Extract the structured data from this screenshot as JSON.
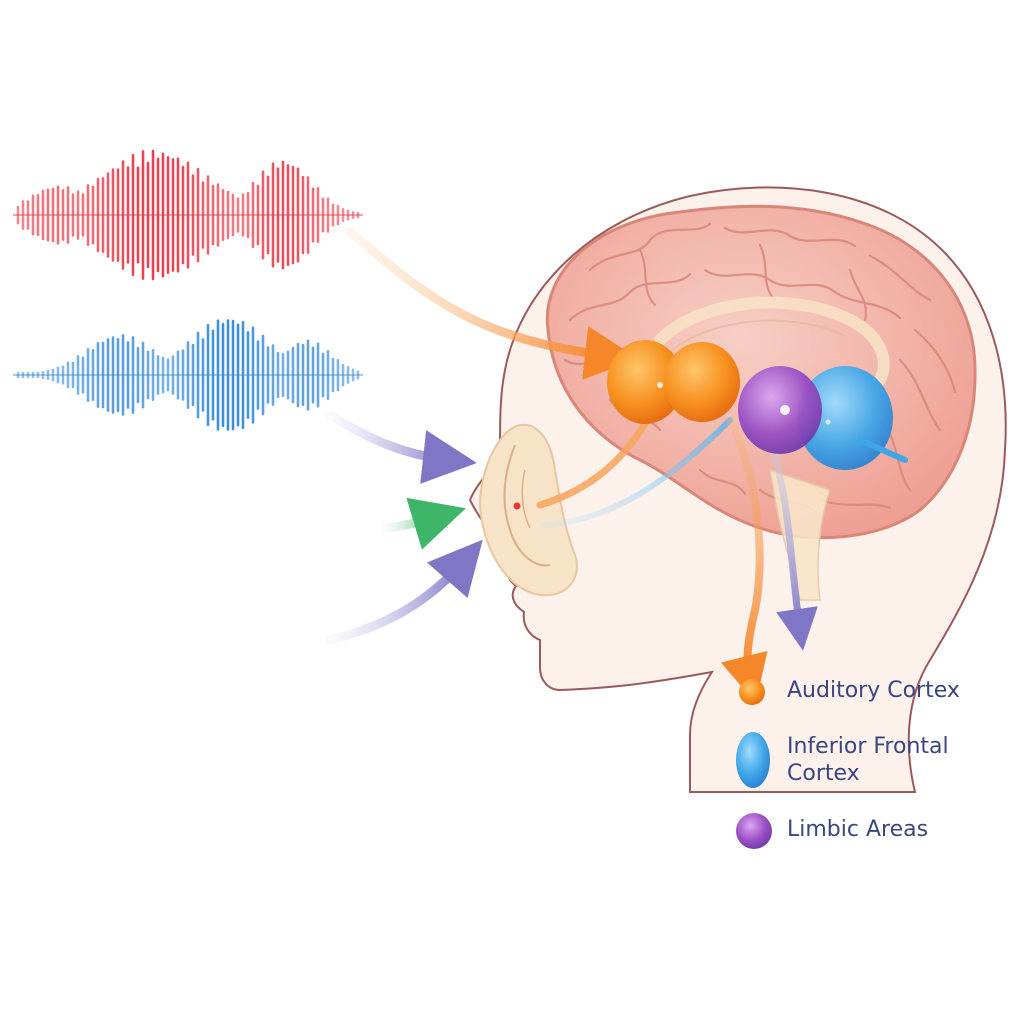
{
  "colors": {
    "wave_red": "#e8414f",
    "wave_blue": "#3d8fdc",
    "auditory": "#f5862a",
    "frontal": "#3fa6e8",
    "limbic": "#9b4fc4",
    "brain": "#f2b3a8",
    "brain_outline": "#d98679",
    "skin": "#fdf1ec",
    "head_outline": "#9a5a5a",
    "arrow_lavender": "#7f76c6",
    "arrow_green": "#3fb56a",
    "legend_text": "#3a4680"
  },
  "legend": {
    "auditory": {
      "label": "Auditory Cortex",
      "icon": "orange-dot-icon"
    },
    "frontal": {
      "label": "Inferior Frontal\nCortex",
      "icon": "blue-oval-icon"
    },
    "limbic": {
      "label": "Limbic Areas",
      "icon": "purple-dot-icon"
    }
  }
}
